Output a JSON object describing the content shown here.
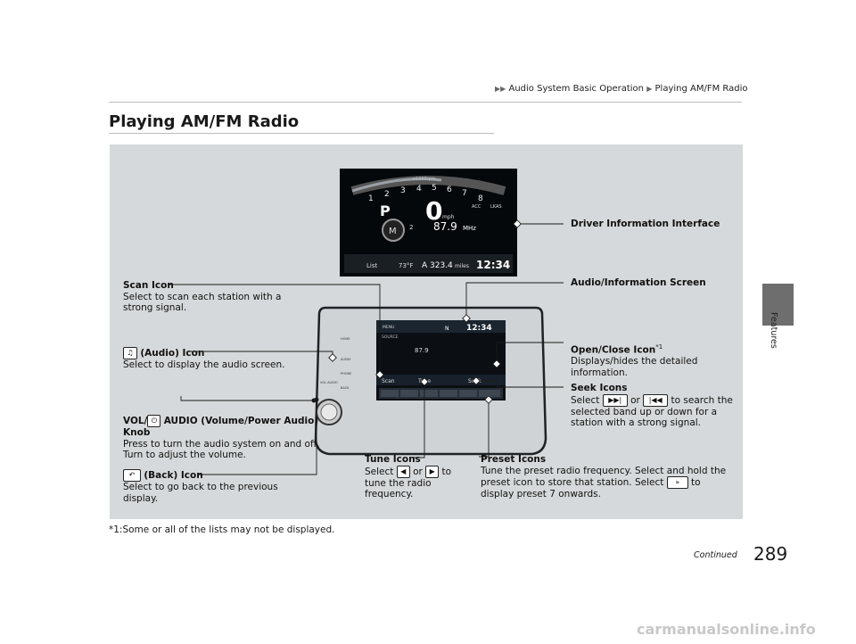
{
  "breadcrumb": {
    "part1": "Audio System Basic Operation",
    "part2": "Playing AM/FM Radio"
  },
  "page_title": "Playing AM/FM Radio",
  "side_tab_label": "Features",
  "cluster": {
    "rpm_label": "x1000rpm",
    "rpm_numbers": [
      "1",
      "2",
      "3",
      "4",
      "5",
      "6",
      "7",
      "8"
    ],
    "gear": "P",
    "speed": "0",
    "speed_unit": "mph",
    "acc": "ACC",
    "lkas": "LKAS",
    "frequency": "87.9",
    "frequency_unit": "MHz",
    "preset": "2",
    "mode": "M",
    "list": "List",
    "temp": "73°F",
    "trip": "A 323.4",
    "trip_unit": "miles",
    "clock": "12:34"
  },
  "head_unit": {
    "clock": "12:34",
    "menu": "MENU",
    "source": "SOURCE",
    "frequency": "87.9",
    "band_indicator": "N",
    "controls": [
      "Scan",
      "Tune",
      "Seek"
    ],
    "knob_label": "VOL AUDIO",
    "side_buttons": [
      "HOME",
      "AUDIO",
      "PHONE",
      "BACK"
    ]
  },
  "callouts": {
    "dii": "Driver Information Interface",
    "ais": "Audio/Information Screen",
    "scan": {
      "title": "Scan Icon",
      "text": "Select to scan each station with a strong signal."
    },
    "audio": {
      "title": "(Audio) Icon",
      "text": "Select to display the audio screen."
    },
    "open": {
      "title": "Open/Close Icon",
      "sup": "*1",
      "text": "Displays/hides the detailed information."
    },
    "seek": {
      "title": "Seek Icons",
      "t1": "Select",
      "t2": "or",
      "t3": "to search the selected band up or down for a station with a strong signal."
    },
    "vol": {
      "title1": "VOL/",
      "title2": "AUDIO (Volume/Power Audio)",
      "title3": "Knob",
      "line1": "Press to turn the audio system on and off.",
      "line2": "Turn to adjust the volume."
    },
    "tune": {
      "title": "Tune Icons",
      "t1": "Select",
      "t2": "or",
      "t3": "to tune the radio frequency."
    },
    "preset": {
      "title": "Preset Icons",
      "t1": "Tune the preset radio frequency. Select and hold the preset icon to store that station. Select",
      "t2": "to display preset 7 onwards."
    },
    "back": {
      "title": "(Back) Icon",
      "text": "Select to go back to the previous display."
    }
  },
  "footnote": "*1:Some or all of the lists may not be displayed.",
  "continued": "Continued",
  "page_number": "289",
  "watermark": "carmanualsonline.info",
  "colors": {
    "panel": "#d6d9db",
    "tab": "#6e6e6e",
    "screen": "#0b0f14"
  }
}
